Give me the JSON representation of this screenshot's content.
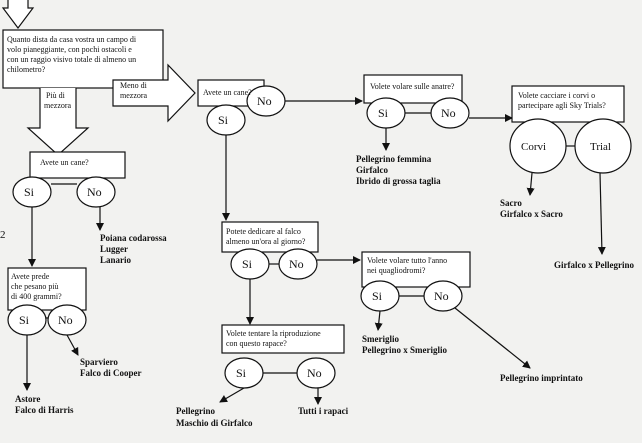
{
  "start_question": [
    "Quanto dista da casa vostra un campo di",
    "volo pianeggiante, con pochi ostacoli e",
    "con un raggio visivo totale di almeno un",
    "chilometro?"
  ],
  "branch_far": [
    "Più di",
    "mezzora"
  ],
  "branch_near": [
    "Meno di",
    "mezzora"
  ],
  "yes": "Sì",
  "yes_plain": "Si",
  "no": "No",
  "q_dog_far": "Avete un cane?",
  "q_dog_near": "Avete un cane?",
  "q_prey": [
    "Avete prede",
    "che pesano più",
    "di 400 grammi?"
  ],
  "q_ducks": "Volete volare sulle anatre?",
  "q_crows": [
    "Volete cacciare i corvi o",
    "partecipare agli Sky Trials?"
  ],
  "q_hour": [
    "Potete dedicare al falco",
    "almeno un'ora al giorno?"
  ],
  "q_year": [
    "Volete volare tutto l'anno",
    "nei quagliodromi?"
  ],
  "q_breed": [
    "Volete tentare la riproduzione",
    "con questo rapace?"
  ],
  "opt_corvi": "Corvi",
  "opt_trial": "Trial",
  "margin_mark": "2",
  "results": {
    "poiana": [
      "Poiana codarossa",
      "Lugger",
      "Lanario"
    ],
    "sparviero": [
      "Sparviero",
      "Falco di Cooper"
    ],
    "astore": [
      "Astore",
      "Falco di Harris"
    ],
    "pellegrino_f": [
      "Pellegrino femmina",
      "Girfalco",
      "Ibrido di grossa taglia"
    ],
    "sacro": [
      "Sacro",
      "Girfalco x Sacro"
    ],
    "girfalco_pell": "Girfalco x Pellegrino",
    "smeriglio": [
      "Smeriglio",
      "Pellegrino x  Smeriglio"
    ],
    "pell_imprint": "Pellegrino imprintato",
    "pellegrino_maschio": [
      "Pellegrino",
      "Maschio di Girfalco"
    ],
    "tutti": "Tutti i rapaci"
  },
  "colors": {
    "ink": "#111111",
    "paper": "#f2f2f0",
    "fill": "#ffffff"
  }
}
